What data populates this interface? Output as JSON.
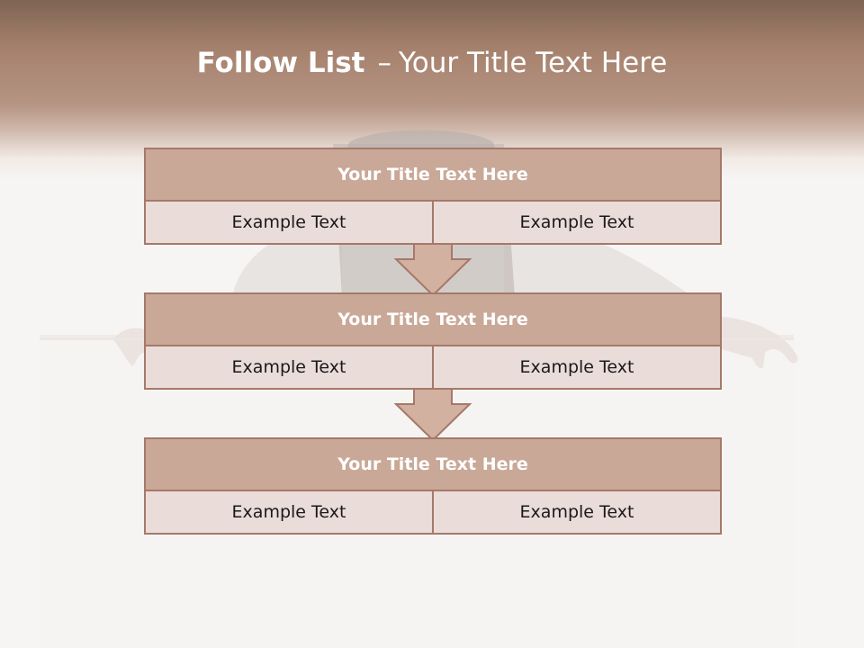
{
  "title": {
    "lead": "Follow List",
    "dash": "–",
    "rest": "Your Title Text Here"
  },
  "blocks": [
    {
      "title": "Your Title Text Here",
      "left": "Example Text",
      "right": "Example Text"
    },
    {
      "title": "Your Title Text Here",
      "left": "Example Text",
      "right": "Example Text"
    },
    {
      "title": "Your Title Text Here",
      "left": "Example Text",
      "right": "Example Text"
    }
  ],
  "colors": {
    "header": "#a6826e",
    "block_title": "#c9a897",
    "block_border": "#a5796a",
    "cell_background": "#eadcd8",
    "arrow": "#d2b1a1"
  }
}
